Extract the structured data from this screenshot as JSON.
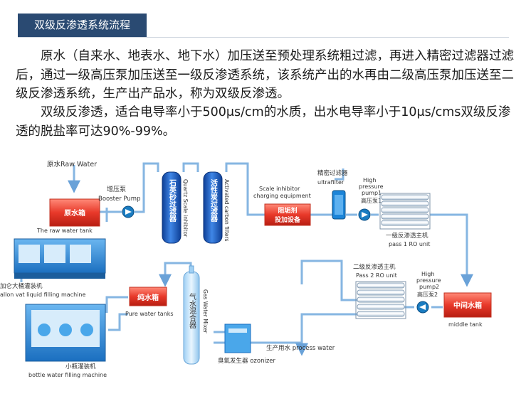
{
  "title": "双级反渗透系统流程",
  "paragraph1": "　　原水（自来水、地表水、地下水）加压送至预处理系统粗过滤，再进入精密过滤器过滤后，通过一级高压泵加压送至一级反渗透系统，该系统产出的水再由二级高压泵加压送至二级反渗透系统，生产出产品水，称为双级反渗透。",
  "paragraph2": "　　双级反渗透，适合电导率小于500μs/cm的水质，出水电导率小于10μs/cms双级反渗透的脱盐率可达90%-99%。",
  "diagram": {
    "raw_water_label": "原水Raw Water",
    "raw_tank": "原水箱",
    "raw_tank_en": "The raw water tank",
    "booster_pump_cn": "增压泵",
    "booster_pump_en": "Booster Pump",
    "quartz_filter_cn": "石英砂过滤器",
    "quartz_filter_en": "Quartz Scale inhibitor",
    "carbon_filter_cn": "活性炭过滤器",
    "carbon_filter_en": "Activated carbon filters",
    "scale_en1": "Scale inhibitor",
    "scale_en2": "charging equipment",
    "scale_cn1": "阻垢剂",
    "scale_cn2": "投加设备",
    "precision_filter_cn": "精密过滤器",
    "precision_filter_en": "ultrafilter",
    "hp1_en1": "High",
    "hp1_en2": "pressure",
    "hp1_en3": "pump1",
    "hp1_cn": "高压泵1",
    "ro1_cn": "一级反渗透主机",
    "ro1_en": "pass 1 RO unit",
    "ro2_cn": "二级反渗透主机",
    "ro2_en": "Pass 2 RO unit",
    "hp2_en1": "High",
    "hp2_en2": "pressure",
    "hp2_en3": "pump2",
    "hp2_cn": "高压泵2",
    "middle_tank_cn": "中间水箱",
    "middle_tank_en": "middle tank",
    "pure_tank_cn": "纯水箱",
    "pure_tank_en": "Pure water tanks",
    "gas_mixer_cn": "气水混合器",
    "gas_mixer_en": "Gas Water Mixer",
    "ozonizer": "臭氧发生器 ozonizer",
    "process_water": "生产用水 process water",
    "big_filler_cn": "加仑大桶灌装机",
    "big_filler_en": "allon vat liquid filling machine",
    "small_filler_cn": "小瓶灌装机",
    "small_filler_en": "bottle water filling machine",
    "colors": {
      "title_bg": "#2a4a72",
      "pipe": "#7fb0e0",
      "tank_red": "#e8392a",
      "filter_blue": "#1d5bbf",
      "pump_blue": "#1a7cc1"
    }
  }
}
